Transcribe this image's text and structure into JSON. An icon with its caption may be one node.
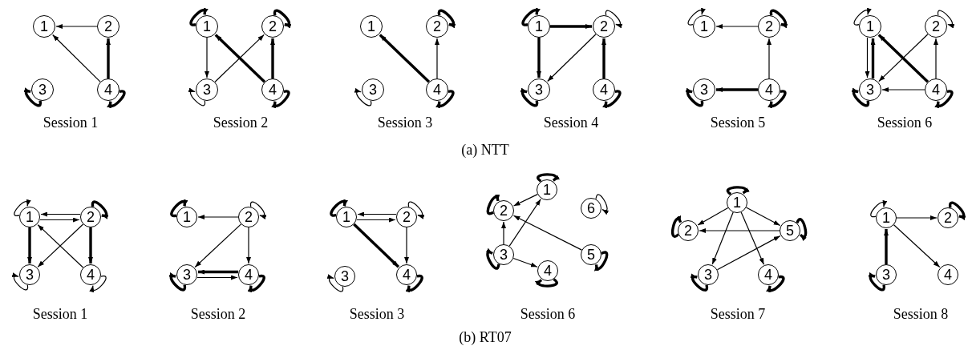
{
  "diagram": {
    "nodes": [
      {
        "text": [
          "1"
        ]
      },
      {
        "text": [
          "2"
        ]
      },
      {
        "text": [
          "3"
        ]
      },
      {
        "text": [
          "4"
        ]
      },
      {
        "text": [
          "1"
        ]
      },
      {
        "text": [
          "2"
        ]
      },
      {
        "text": [
          "3"
        ]
      },
      {
        "text": [
          "4"
        ]
      },
      {
        "text": [
          "1"
        ]
      },
      {
        "text": [
          "2"
        ]
      },
      {
        "text": [
          "3"
        ]
      },
      {
        "text": [
          "4"
        ]
      },
      {
        "text": [
          "1"
        ]
      },
      {
        "text": [
          "2"
        ]
      },
      {
        "text": [
          "3"
        ]
      },
      {
        "text": [
          "4"
        ]
      },
      {
        "text": [
          "1"
        ]
      },
      {
        "text": [
          "2"
        ]
      },
      {
        "text": [
          "3"
        ]
      },
      {
        "text": [
          "4"
        ]
      },
      {
        "text": [
          "1"
        ]
      },
      {
        "text": [
          "2"
        ]
      },
      {
        "text": [
          "3"
        ]
      },
      {
        "text": [
          "4"
        ]
      },
      {
        "text": [
          "1"
        ]
      },
      {
        "text": [
          "2"
        ]
      },
      {
        "text": [
          "3"
        ]
      },
      {
        "text": [
          "4"
        ]
      },
      {
        "text": [
          "1"
        ]
      },
      {
        "text": [
          "2"
        ]
      },
      {
        "text": [
          "3"
        ]
      },
      {
        "text": [
          "4"
        ]
      },
      {
        "text": [
          "1"
        ]
      },
      {
        "text": [
          "2"
        ]
      },
      {
        "text": [
          "3"
        ]
      },
      {
        "text": [
          "4"
        ]
      },
      {
        "text": [
          "1"
        ]
      },
      {
        "text": [
          "2"
        ]
      },
      {
        "text": [
          "3"
        ]
      },
      {
        "text": [
          "4"
        ]
      },
      {
        "text": [
          "5"
        ]
      },
      {
        "text": [
          "6"
        ]
      },
      {
        "text": [
          "1"
        ]
      },
      {
        "text": [
          "2"
        ]
      },
      {
        "text": [
          "3"
        ]
      },
      {
        "text": [
          "4"
        ]
      },
      {
        "text": [
          "5"
        ]
      },
      {
        "text": [
          "1"
        ]
      },
      {
        "text": [
          "2"
        ]
      },
      {
        "text": [
          "3"
        ]
      },
      {
        "text": [
          "4"
        ]
      }
    ],
    "edges": [
      {
        "from": 1,
        "to": 0,
        "arrow": "to"
      },
      {
        "from": 3,
        "to": 0,
        "arrow": "to"
      },
      {
        "from": 3,
        "to": 1,
        "arrow": "to",
        "style": "thick"
      },
      {
        "from": 2,
        "to": 2,
        "arrow": "to",
        "style": "thick"
      },
      {
        "from": 3,
        "to": 3,
        "arrow": "to",
        "style": "thick"
      },
      {
        "from": 4,
        "to": 4,
        "arrow": "to",
        "style": "thick"
      },
      {
        "from": 5,
        "to": 5,
        "arrow": "to",
        "style": "thick"
      },
      {
        "from": 4,
        "to": 6,
        "arrow": "to"
      },
      {
        "from": 6,
        "to": 5,
        "arrow": "to"
      },
      {
        "from": 7,
        "to": 4,
        "arrow": "to",
        "style": "thick"
      },
      {
        "from": 7,
        "to": 5,
        "arrow": "to",
        "style": "thick"
      },
      {
        "from": 6,
        "to": 6,
        "arrow": "to"
      },
      {
        "from": 7,
        "to": 7,
        "arrow": "to",
        "style": "thick"
      },
      {
        "from": 11,
        "to": 8,
        "arrow": "to",
        "style": "thick"
      },
      {
        "from": 11,
        "to": 9,
        "arrow": "to"
      },
      {
        "from": 9,
        "to": 9,
        "arrow": "to",
        "style": "thick"
      },
      {
        "from": 10,
        "to": 10,
        "arrow": "to"
      },
      {
        "from": 11,
        "to": 11,
        "arrow": "to",
        "style": "thick"
      },
      {
        "from": 12,
        "to": 12,
        "arrow": "to",
        "style": "thick"
      },
      {
        "from": 13,
        "to": 13,
        "arrow": "to"
      },
      {
        "from": 12,
        "to": 13,
        "arrow": "to",
        "style": "thick"
      },
      {
        "from": 12,
        "to": 14,
        "arrow": "to",
        "style": "thick"
      },
      {
        "from": 13,
        "to": 14,
        "arrow": "to"
      },
      {
        "from": 15,
        "to": 13,
        "arrow": "to",
        "style": "thick"
      },
      {
        "from": 14,
        "to": 14,
        "arrow": "to",
        "style": "thick"
      },
      {
        "from": 15,
        "to": 15,
        "arrow": "to",
        "style": "thick"
      },
      {
        "from": 16,
        "to": 16,
        "arrow": "to"
      },
      {
        "from": 17,
        "to": 17,
        "arrow": "to",
        "style": "thick"
      },
      {
        "from": 17,
        "to": 16,
        "arrow": "to"
      },
      {
        "from": 19,
        "to": 17,
        "arrow": "to"
      },
      {
        "from": 19,
        "to": 18,
        "arrow": "to",
        "style": "thick"
      },
      {
        "from": 18,
        "to": 18,
        "arrow": "to",
        "style": "thick"
      },
      {
        "from": 19,
        "to": 19,
        "arrow": "to",
        "style": "thick"
      },
      {
        "from": 20,
        "to": 20,
        "arrow": "to"
      },
      {
        "from": 21,
        "to": 21,
        "arrow": "to"
      },
      {
        "from": 22,
        "to": 20,
        "arrow": "to",
        "style": "thick"
      },
      {
        "from": 20,
        "to": 22,
        "arrow": "to"
      },
      {
        "from": 23,
        "to": 20,
        "arrow": "to",
        "style": "thick"
      },
      {
        "from": 21,
        "to": 22,
        "arrow": "to"
      },
      {
        "from": 23,
        "to": 21,
        "arrow": "to"
      },
      {
        "from": 23,
        "to": 22,
        "arrow": "to"
      },
      {
        "from": 22,
        "to": 22,
        "arrow": "to",
        "style": "thick"
      },
      {
        "from": 23,
        "to": 23,
        "arrow": "to",
        "style": "thick"
      },
      {
        "from": 24,
        "to": 24,
        "arrow": "to"
      },
      {
        "from": 25,
        "to": 25,
        "arrow": "to",
        "style": "thick"
      },
      {
        "from": 24,
        "to": 25,
        "arrow": "to"
      },
      {
        "from": 25,
        "to": 24,
        "arrow": "to"
      },
      {
        "from": 24,
        "to": 26,
        "arrow": "to",
        "style": "thick"
      },
      {
        "from": 25,
        "to": 26,
        "arrow": "to"
      },
      {
        "from": 25,
        "to": 27,
        "arrow": "to",
        "style": "thick"
      },
      {
        "from": 27,
        "to": 24,
        "arrow": "to"
      },
      {
        "from": 26,
        "to": 26,
        "arrow": "to"
      },
      {
        "from": 27,
        "to": 27,
        "arrow": "to"
      },
      {
        "from": 28,
        "to": 28,
        "arrow": "to",
        "style": "thick"
      },
      {
        "from": 29,
        "to": 29,
        "arrow": "to"
      },
      {
        "from": 29,
        "to": 28,
        "arrow": "to"
      },
      {
        "from": 29,
        "to": 30,
        "arrow": "to"
      },
      {
        "from": 29,
        "to": 31,
        "arrow": "to"
      },
      {
        "from": 31,
        "to": 30,
        "arrow": "to",
        "style": "thick"
      },
      {
        "from": 30,
        "to": 31,
        "arrow": "to"
      },
      {
        "from": 30,
        "to": 30,
        "arrow": "to",
        "style": "thick"
      },
      {
        "from": 31,
        "to": 31,
        "arrow": "to",
        "style": "thick"
      },
      {
        "from": 32,
        "to": 32,
        "arrow": "to",
        "style": "thick"
      },
      {
        "from": 33,
        "to": 33,
        "arrow": "to"
      },
      {
        "from": 32,
        "to": 33,
        "arrow": "to"
      },
      {
        "from": 33,
        "to": 32,
        "arrow": "to"
      },
      {
        "from": 32,
        "to": 35,
        "arrow": "to",
        "style": "thick"
      },
      {
        "from": 33,
        "to": 35,
        "arrow": "to"
      },
      {
        "from": 34,
        "to": 34,
        "arrow": "to"
      },
      {
        "from": 35,
        "to": 35,
        "arrow": "to",
        "style": "thick"
      },
      {
        "from": 36,
        "to": 36,
        "arrow": "to",
        "style": "thick"
      },
      {
        "from": 36,
        "to": 37,
        "arrow": "to"
      },
      {
        "from": 37,
        "to": 37,
        "arrow": "to",
        "style": "thick"
      },
      {
        "from": 38,
        "to": 37,
        "arrow": "to"
      },
      {
        "from": 38,
        "to": 36,
        "arrow": "to"
      },
      {
        "from": 40,
        "to": 37,
        "arrow": "to"
      },
      {
        "from": 38,
        "to": 38,
        "arrow": "to",
        "style": "thick"
      },
      {
        "from": 38,
        "to": 39,
        "arrow": "to"
      },
      {
        "from": 39,
        "to": 39,
        "arrow": "to",
        "style": "thick"
      },
      {
        "from": 40,
        "to": 40,
        "arrow": "to",
        "style": "thick"
      },
      {
        "from": 41,
        "to": 41,
        "arrow": "to"
      },
      {
        "from": 42,
        "to": 42,
        "arrow": "to",
        "style": "thick"
      },
      {
        "from": 42,
        "to": 43,
        "arrow": "to"
      },
      {
        "from": 42,
        "to": 46,
        "arrow": "to"
      },
      {
        "from": 42,
        "to": 44,
        "arrow": "to"
      },
      {
        "from": 42,
        "to": 45,
        "arrow": "to"
      },
      {
        "from": 46,
        "to": 43,
        "arrow": "to"
      },
      {
        "from": 44,
        "to": 46,
        "arrow": "to"
      },
      {
        "from": 43,
        "to": 43,
        "arrow": "to",
        "style": "thick"
      },
      {
        "from": 46,
        "to": 46,
        "arrow": "to",
        "style": "thick"
      },
      {
        "from": 44,
        "to": 44,
        "arrow": "to",
        "style": "thick"
      },
      {
        "from": 45,
        "to": 45,
        "arrow": "to",
        "style": "thick"
      },
      {
        "from": 47,
        "to": 47,
        "arrow": "to"
      },
      {
        "from": 48,
        "to": 48,
        "arrow": "to",
        "style": "thick"
      },
      {
        "from": 47,
        "to": 48,
        "arrow": "to"
      },
      {
        "from": 49,
        "to": 47,
        "arrow": "to",
        "style": "thick"
      },
      {
        "from": 47,
        "to": 50,
        "arrow": "to"
      },
      {
        "from": 49,
        "to": 49,
        "arrow": "to",
        "style": "thick"
      }
    ],
    "labels": [
      "Session 1",
      "Session 2",
      "Session 3",
      "Session 4",
      "Session 5",
      "Session 6",
      "(a) NTT",
      "Session 1",
      "Session 2",
      "Session 3",
      "Session 6",
      "Session 7",
      "Session 8",
      "(b) RT07"
    ]
  }
}
